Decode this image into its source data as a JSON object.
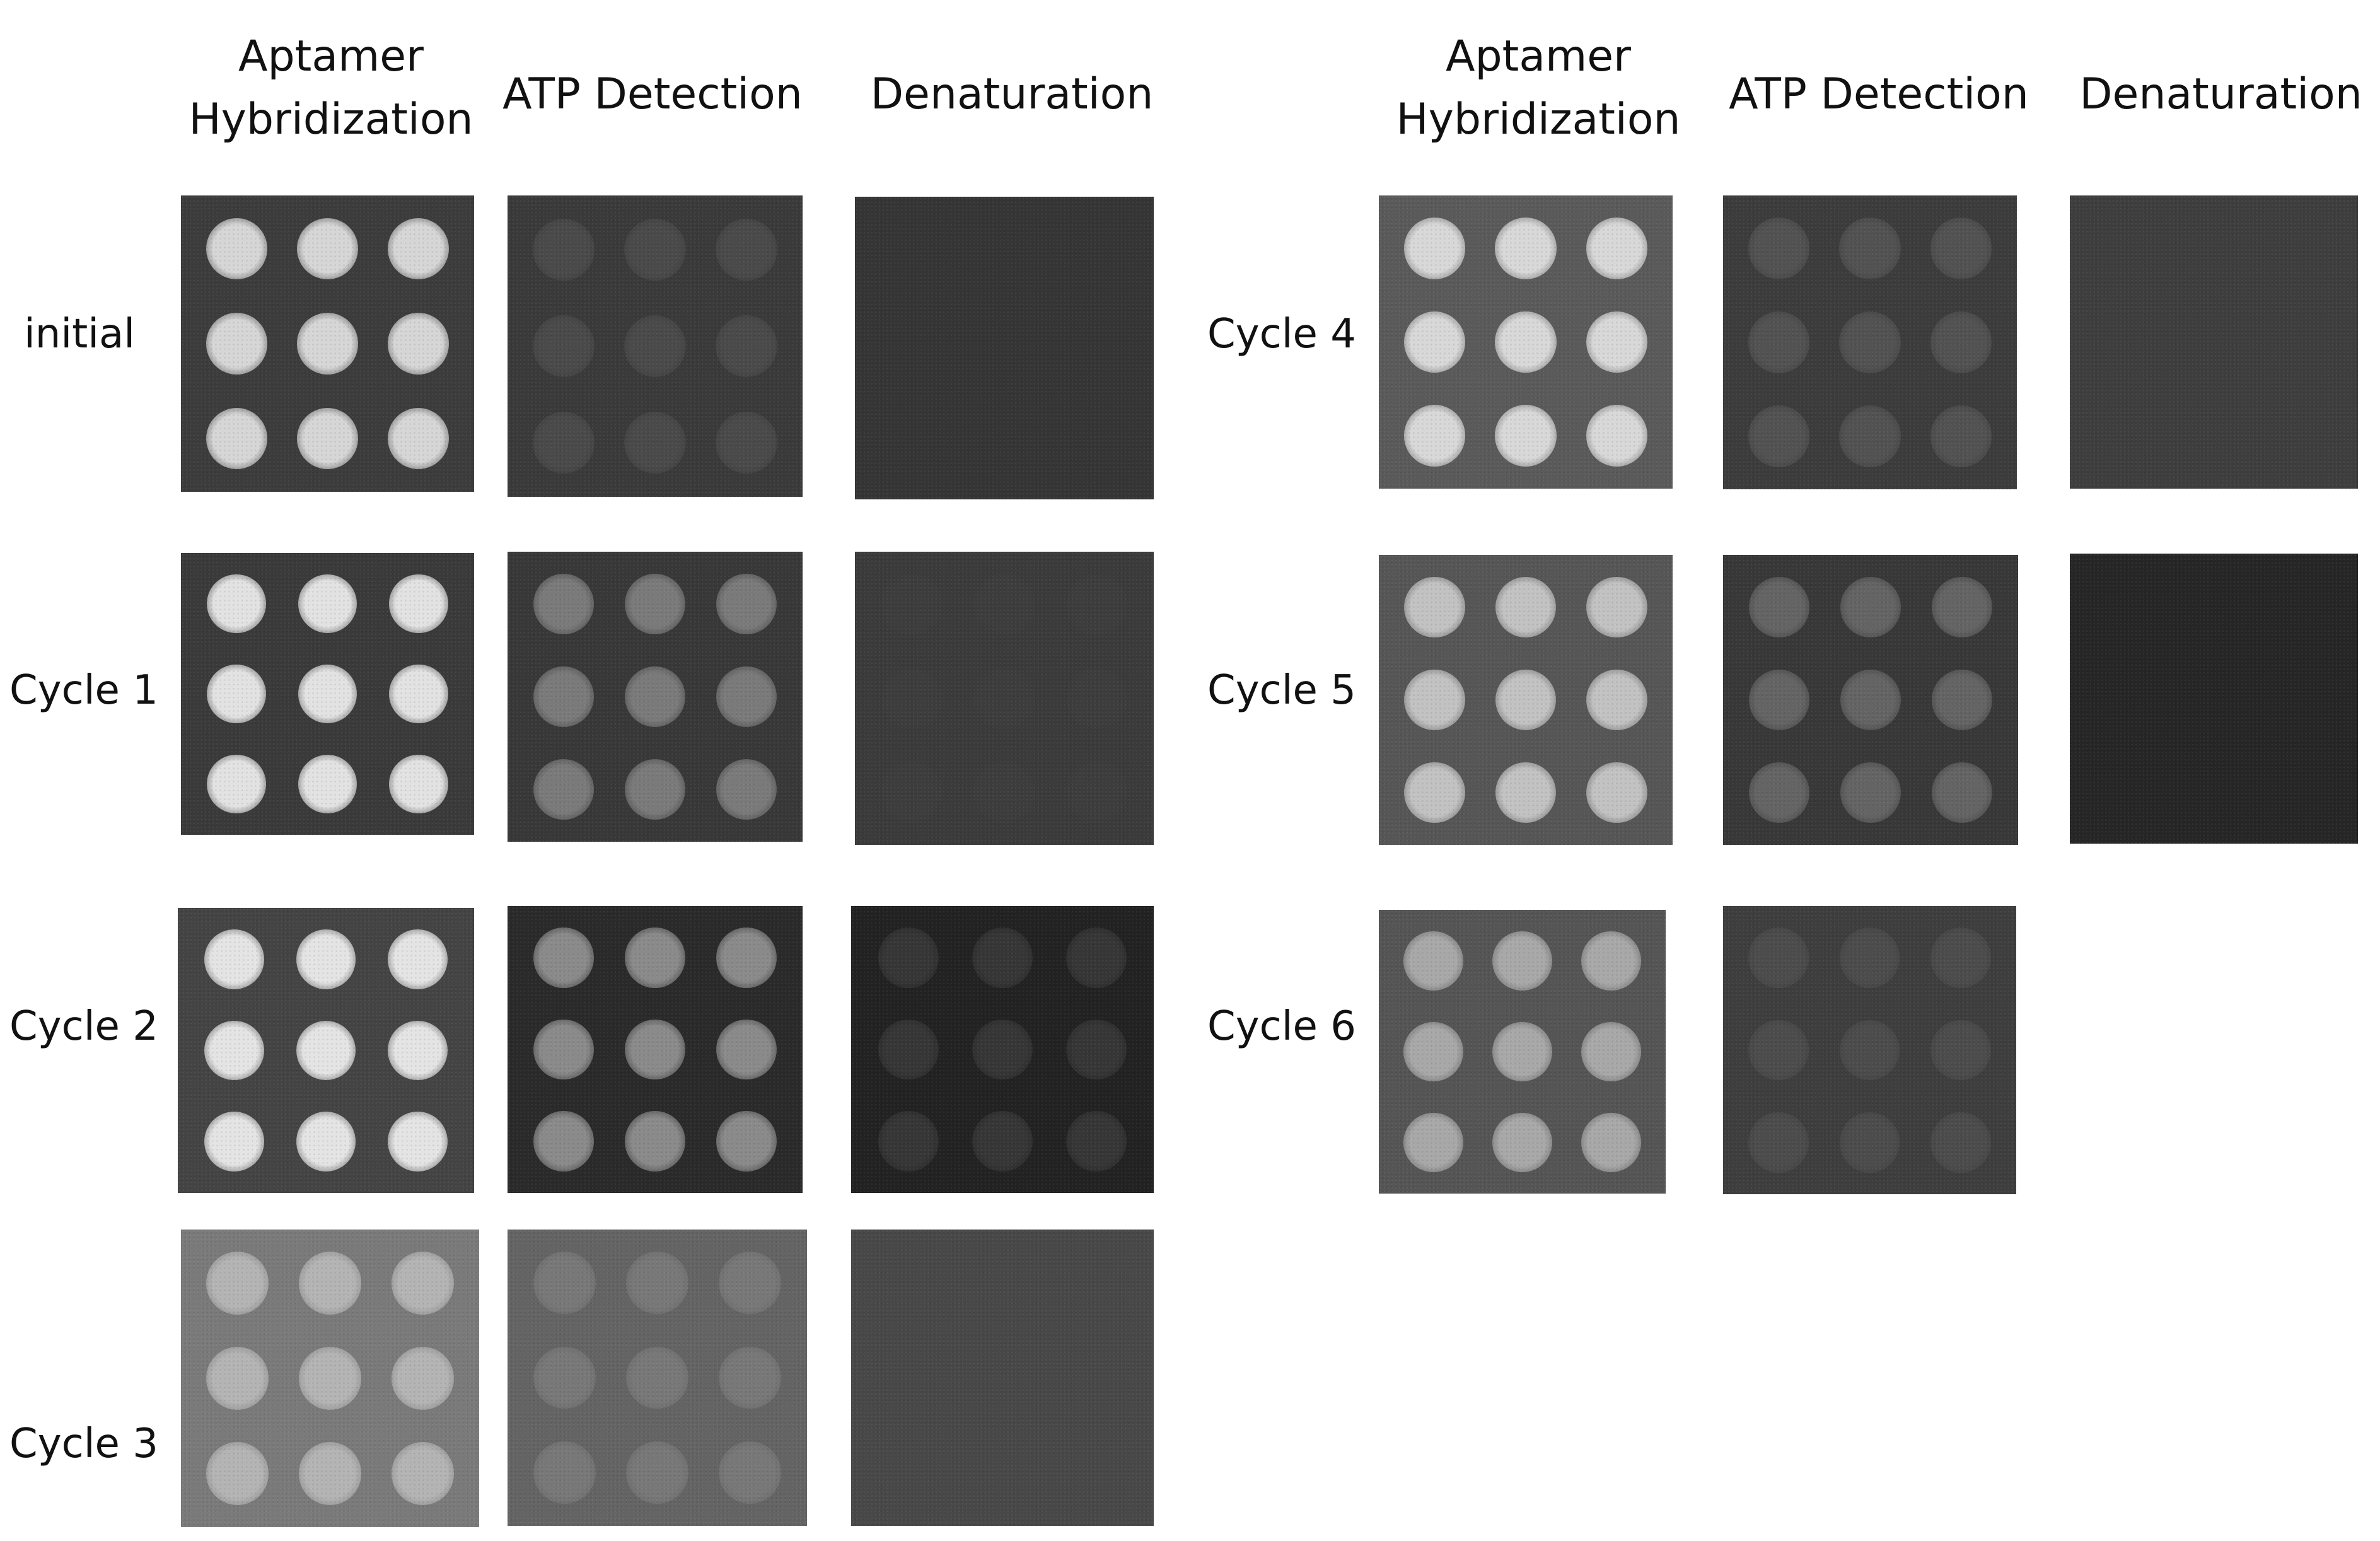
{
  "columns_left": [
    "Aptamer\nHybridization",
    "ATP Detection",
    "Denaturation"
  ],
  "columns_right": [
    "Aptamer\nHybridization",
    "ATP Detection",
    "Denaturation"
  ],
  "rows": {
    "initial": "initial",
    "cycle1": "Cycle 1",
    "cycle2": "Cycle 2",
    "cycle3": "Cycle 3",
    "cycle4": "Cycle 4",
    "cycle5": "Cycle 5",
    "cycle6": "Cycle 6"
  },
  "tiles": [
    {
      "row": "initial",
      "col": "Aptamer Hybridization",
      "bg": "#3c3c3c",
      "spot": "#d6d6d6",
      "contrast": 1.0
    },
    {
      "row": "initial",
      "col": "ATP Detection",
      "bg": "#3a3a3a",
      "spot": "#4a4a4a",
      "contrast": 0.25
    },
    {
      "row": "initial",
      "col": "Denaturation",
      "bg": "#353535",
      "spot": "#353535",
      "contrast": 0.0
    },
    {
      "row": "Cycle 1",
      "col": "Aptamer Hybridization",
      "bg": "#3a3a3a",
      "spot": "#e2e2e2",
      "contrast": 1.0
    },
    {
      "row": "Cycle 1",
      "col": "ATP Detection",
      "bg": "#383838",
      "spot": "#7a7a7a",
      "contrast": 0.55
    },
    {
      "row": "Cycle 1",
      "col": "Denaturation",
      "bg": "#3b3b3b",
      "spot": "#3d3d3d",
      "contrast": 0.05
    },
    {
      "row": "Cycle 2",
      "col": "Aptamer Hybridization",
      "bg": "#444444",
      "spot": "#e4e4e4",
      "contrast": 1.0
    },
    {
      "row": "Cycle 2",
      "col": "ATP Detection",
      "bg": "#2a2a2a",
      "spot": "#8a8a8a",
      "contrast": 0.65
    },
    {
      "row": "Cycle 2",
      "col": "Denaturation",
      "bg": "#222222",
      "spot": "#363636",
      "contrast": 0.2
    },
    {
      "row": "Cycle 3",
      "col": "Aptamer Hybridization",
      "bg": "#7a7a7a",
      "spot": "#b4b4b4",
      "contrast": 0.7
    },
    {
      "row": "Cycle 3",
      "col": "ATP Detection",
      "bg": "#646464",
      "spot": "#787878",
      "contrast": 0.3
    },
    {
      "row": "Cycle 3",
      "col": "Denaturation",
      "bg": "#484848",
      "spot": "#484848",
      "contrast": 0.0
    },
    {
      "row": "Cycle 4",
      "col": "Aptamer Hybridization",
      "bg": "#5a5a5a",
      "spot": "#d8d8d8",
      "contrast": 1.0
    },
    {
      "row": "Cycle 4",
      "col": "ATP Detection",
      "bg": "#3c3c3c",
      "spot": "#525252",
      "contrast": 0.3
    },
    {
      "row": "Cycle 4",
      "col": "Denaturation",
      "bg": "#3e3e3e",
      "spot": "#3e3e3e",
      "contrast": 0.0
    },
    {
      "row": "Cycle 5",
      "col": "Aptamer Hybridization",
      "bg": "#565656",
      "spot": "#c2c2c2",
      "contrast": 0.9
    },
    {
      "row": "Cycle 5",
      "col": "ATP Detection",
      "bg": "#383838",
      "spot": "#646464",
      "contrast": 0.45
    },
    {
      "row": "Cycle 5",
      "col": "Denaturation",
      "bg": "#262626",
      "spot": "#262626",
      "contrast": 0.0
    },
    {
      "row": "Cycle 6",
      "col": "Aptamer Hybridization",
      "bg": "#555555",
      "spot": "#a8a8a8",
      "contrast": 0.75
    },
    {
      "row": "Cycle 6",
      "col": "ATP Detection",
      "bg": "#3e3e3e",
      "spot": "#4c4c4c",
      "contrast": 0.2
    }
  ]
}
